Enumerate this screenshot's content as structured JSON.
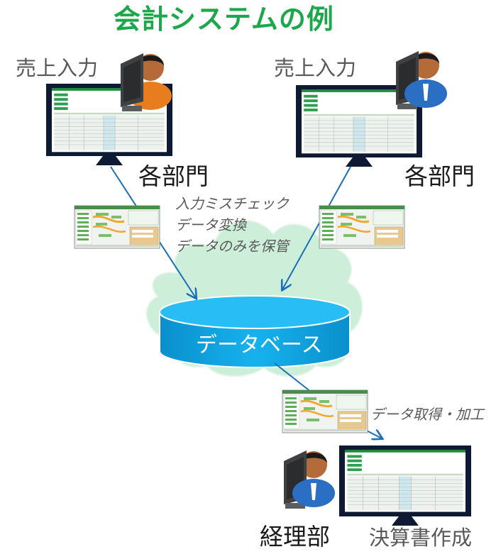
{
  "title": "会計システムの例",
  "departments": [
    {
      "input_label": "売上入力",
      "dept_label": "各部門"
    },
    {
      "input_label": "売上入力",
      "dept_label": "各部門"
    }
  ],
  "processing_notes": [
    "入力ミスチェック",
    "データ変換",
    "データのみを保管"
  ],
  "database_label": "データベース",
  "retrieval_note": "データ取得・加工",
  "accounting": {
    "dept_label": "経理部",
    "output_label": "決算書作成"
  },
  "colors": {
    "title_green": "#1aa84a",
    "arrow_blue": "#1b6fb8",
    "database_blue": "#0aa2e0",
    "cloud_green": "#cdeed9",
    "monitor_frame": "#0e1a33"
  },
  "icons": [
    "person-at-computer-icon",
    "monitor-icon",
    "workflow-screenshot-icon",
    "database-cylinder-icon",
    "cloud-icon"
  ]
}
